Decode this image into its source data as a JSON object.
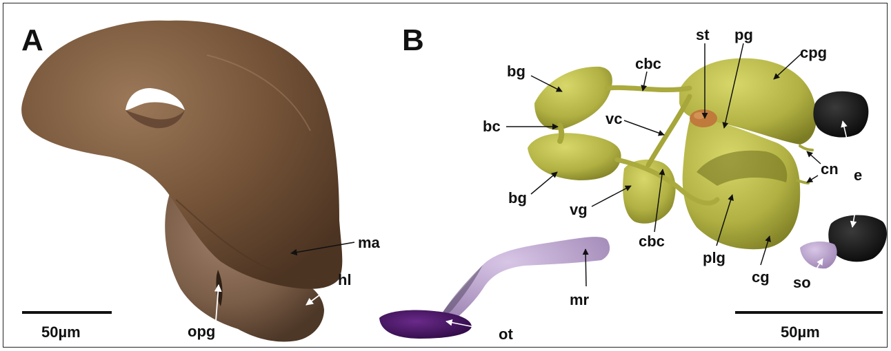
{
  "panels": {
    "a": {
      "letter": "A",
      "labels": {
        "ma": "ma",
        "hl": "hl",
        "opg": "opg"
      },
      "scale_bar": "50µm"
    },
    "b": {
      "letter": "B",
      "labels": {
        "st": "st",
        "pg": "pg",
        "cpg": "cpg",
        "cbc_top": "cbc",
        "bg_top": "bg",
        "bc": "bc",
        "vc": "vc",
        "bg_bottom": "bg",
        "vg": "vg",
        "cbc_bottom": "cbc",
        "plg": "plg",
        "cg": "cg",
        "cn": "cn",
        "e": "e",
        "so": "so",
        "mr": "mr",
        "ot": "ot"
      },
      "scale_bar": "50µm"
    }
  },
  "colors": {
    "brown_body": "#7a5a40",
    "olive_ganglia": "#b8b84a",
    "orange_statocyst": "#c07a3c",
    "black_eye": "#161616",
    "lavender_nerve": "#b8a0cc",
    "purple_tentacle": "#4a1a66"
  }
}
